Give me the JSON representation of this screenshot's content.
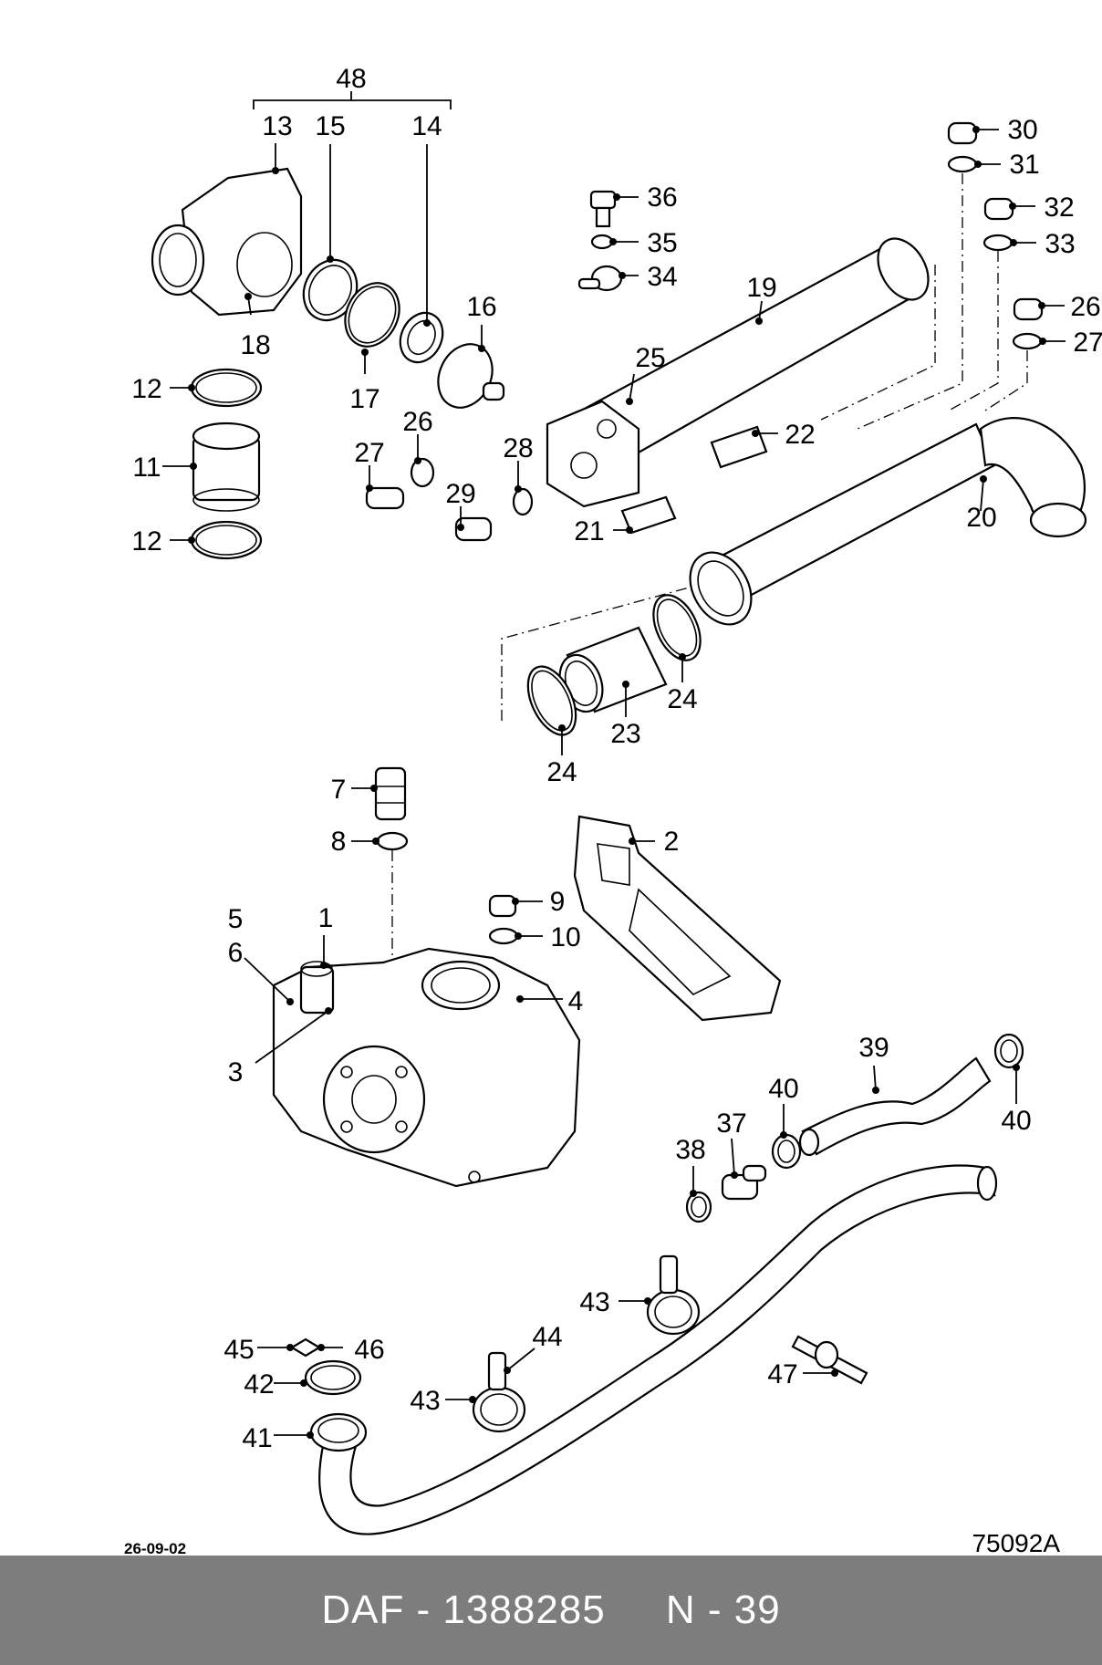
{
  "diagram": {
    "labels": [
      "48",
      "13",
      "15",
      "14",
      "16",
      "18",
      "17",
      "12",
      "11",
      "12",
      "26",
      "27",
      "29",
      "28",
      "36",
      "35",
      "34",
      "19",
      "25",
      "22",
      "21",
      "30",
      "31",
      "32",
      "33",
      "26",
      "27",
      "20",
      "23",
      "24",
      "24",
      "7",
      "8",
      "2",
      "9",
      "10",
      "4",
      "5",
      "6",
      "1",
      "3",
      "39",
      "40",
      "40",
      "37",
      "38",
      "43",
      "44",
      "43",
      "45",
      "46",
      "42",
      "41",
      "47"
    ]
  },
  "footer": {
    "date": "26-09-02",
    "doc_number": "75092A",
    "caption": "DAF - 1388285     N - 39"
  }
}
